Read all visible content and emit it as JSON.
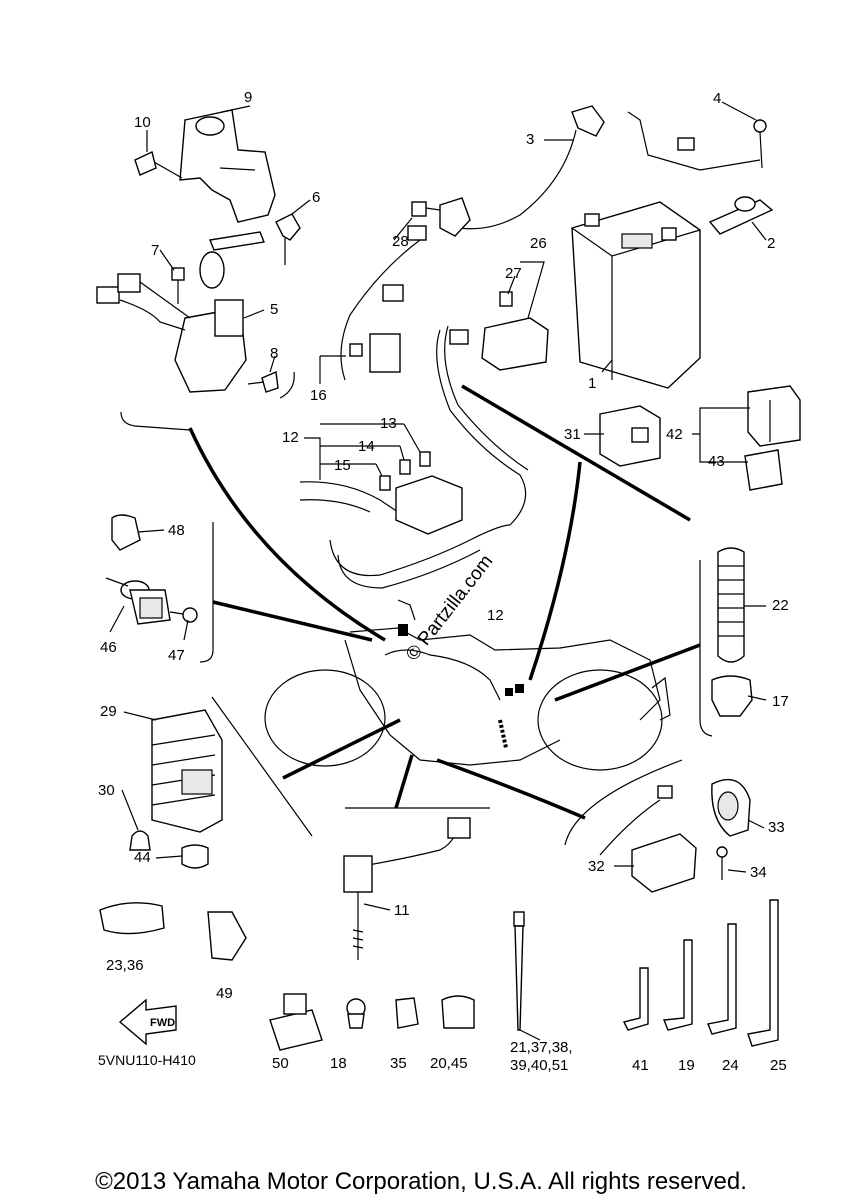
{
  "labels": [
    {
      "id": "l9",
      "text": "9"
    },
    {
      "id": "l10",
      "text": "10"
    },
    {
      "id": "l6",
      "text": "6"
    },
    {
      "id": "l7",
      "text": "7"
    },
    {
      "id": "l5",
      "text": "5"
    },
    {
      "id": "l8",
      "text": "8"
    },
    {
      "id": "l4",
      "text": "4"
    },
    {
      "id": "l3",
      "text": "3"
    },
    {
      "id": "l2",
      "text": "2"
    },
    {
      "id": "l28",
      "text": "28"
    },
    {
      "id": "l26",
      "text": "26"
    },
    {
      "id": "l27",
      "text": "27"
    },
    {
      "id": "l1",
      "text": "1"
    },
    {
      "id": "l16",
      "text": "16"
    },
    {
      "id": "l13",
      "text": "13"
    },
    {
      "id": "l12",
      "text": "12"
    },
    {
      "id": "l14",
      "text": "14"
    },
    {
      "id": "l15",
      "text": "15"
    },
    {
      "id": "l31",
      "text": "31"
    },
    {
      "id": "l42",
      "text": "42"
    },
    {
      "id": "l43",
      "text": "43"
    },
    {
      "id": "l48",
      "text": "48"
    },
    {
      "id": "l46",
      "text": "46"
    },
    {
      "id": "l47",
      "text": "47"
    },
    {
      "id": "l22",
      "text": "22"
    },
    {
      "id": "l17",
      "text": "17"
    },
    {
      "id": "l12b",
      "text": "12"
    },
    {
      "id": "l29",
      "text": "29"
    },
    {
      "id": "l30",
      "text": "30"
    },
    {
      "id": "l44",
      "text": "44"
    },
    {
      "id": "l33",
      "text": "33"
    },
    {
      "id": "l32",
      "text": "32"
    },
    {
      "id": "l34",
      "text": "34"
    },
    {
      "id": "l11",
      "text": "11"
    },
    {
      "id": "l2336",
      "text": "23,36"
    },
    {
      "id": "l49",
      "text": "49"
    },
    {
      "id": "l50",
      "text": "50"
    },
    {
      "id": "l18",
      "text": "18"
    },
    {
      "id": "l35",
      "text": "35"
    },
    {
      "id": "l2045",
      "text": "20,45"
    },
    {
      "id": "l2137",
      "text": "21,37,38,"
    },
    {
      "id": "l3940",
      "text": "39,40,51"
    },
    {
      "id": "l41",
      "text": "41"
    },
    {
      "id": "l19",
      "text": "19"
    },
    {
      "id": "l24",
      "text": "24"
    },
    {
      "id": "l25",
      "text": "25"
    }
  ],
  "fwd_label": "FWD",
  "doc_id": "5VNU110-H410",
  "watermark": "© Partzilla.com",
  "copyright": "©2013 Yamaha Motor Corporation, U.S.A. All rights reserved."
}
